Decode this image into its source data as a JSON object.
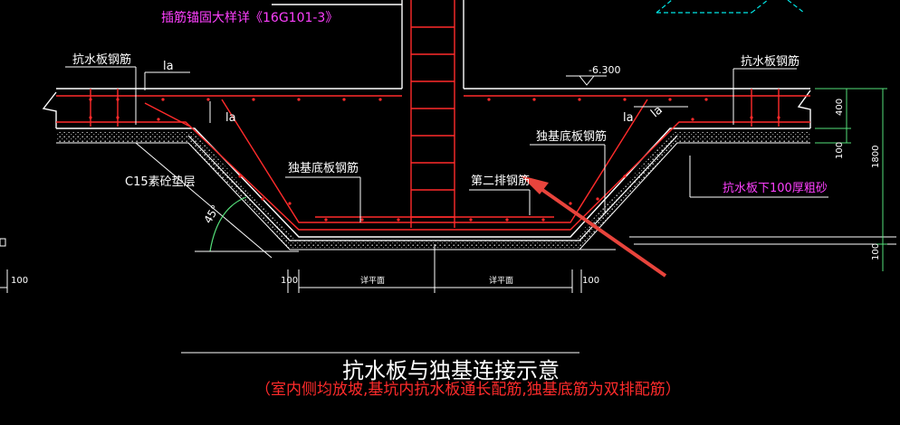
{
  "drawing": {
    "title": "抗水板与独基连接示意",
    "subtitle": "（室内侧均放坡,基坑内抗水板通长配筋,独基底筋为双排配筋）",
    "labels": {
      "anchor_note": "插筋锚固大样详《16G101-3》",
      "left_slab_rebar": "抗水板钢筋",
      "right_slab_rebar": "抗水板钢筋",
      "left_la": "la",
      "mid_la": "la",
      "right_la_1": "la",
      "right_la_2": "la",
      "elevation": "-6.300",
      "cushion": "C15素砼垫层",
      "footing_bottom_rebar_left": "独基底板钢筋",
      "footing_bottom_rebar_right": "独基底板钢筋",
      "second_row": "第二排钢筋",
      "sand_note": "抗水板下100厚粗砂",
      "angle": "45°",
      "dim_100_left": "100",
      "dim_100_a": "100",
      "dim_100_b": "100",
      "dim_400": "400",
      "dim_100_right": "100",
      "dim_1800": "1800",
      "dim_100_far": "100",
      "dim_half_left": "详平面",
      "dim_half_right": "详平面"
    },
    "colors": {
      "background": "#000000",
      "linework": "#ffffff",
      "rebar": "#ff2b2b",
      "annotation": "#ff40ff",
      "arrow": "#e8443c",
      "hatch": "#c8c8c8",
      "dimension": "#55e07a",
      "accent": "#00e5e5"
    }
  }
}
